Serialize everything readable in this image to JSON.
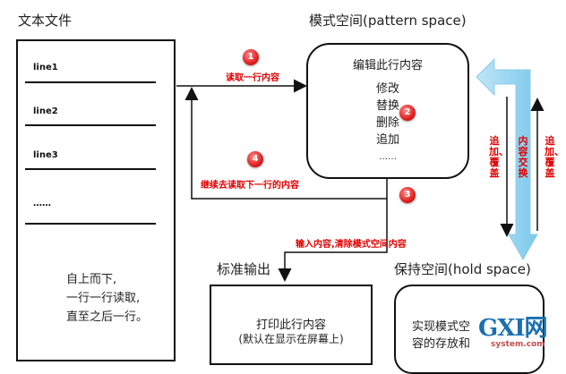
{
  "text_file": {
    "title": "文本文件",
    "lines": [
      "line1",
      "line2",
      "line3",
      "……"
    ],
    "description": [
      "自上而下,",
      "一行一行读取,",
      "直至之后一行。"
    ]
  },
  "pattern_space": {
    "title": "模式空间(pattern space)",
    "heading": "编辑此行内容",
    "ops": [
      "修改",
      "替换",
      "删除",
      "追加",
      "……"
    ]
  },
  "hold_space": {
    "title": "保持空间(hold space)",
    "text": [
      "实现模式空",
      "容的存放和"
    ]
  },
  "output": {
    "title": "标准输出",
    "text": [
      "打印此行内容",
      "(默认在显示在屏幕上)"
    ]
  },
  "steps": {
    "s1": {
      "num": "1",
      "label": "读取一行内容"
    },
    "s2": {
      "num": "2"
    },
    "s3": {
      "num": "3",
      "label": "输入内容,清除模式空间内容"
    },
    "s4": {
      "num": "4",
      "label": "继续去读取下一行的内容"
    }
  },
  "exchange": {
    "left": "追加、覆盖",
    "center": "内容交换",
    "right": "追加、覆盖"
  },
  "watermark": {
    "brand": "GXI网",
    "site": "system.com"
  }
}
